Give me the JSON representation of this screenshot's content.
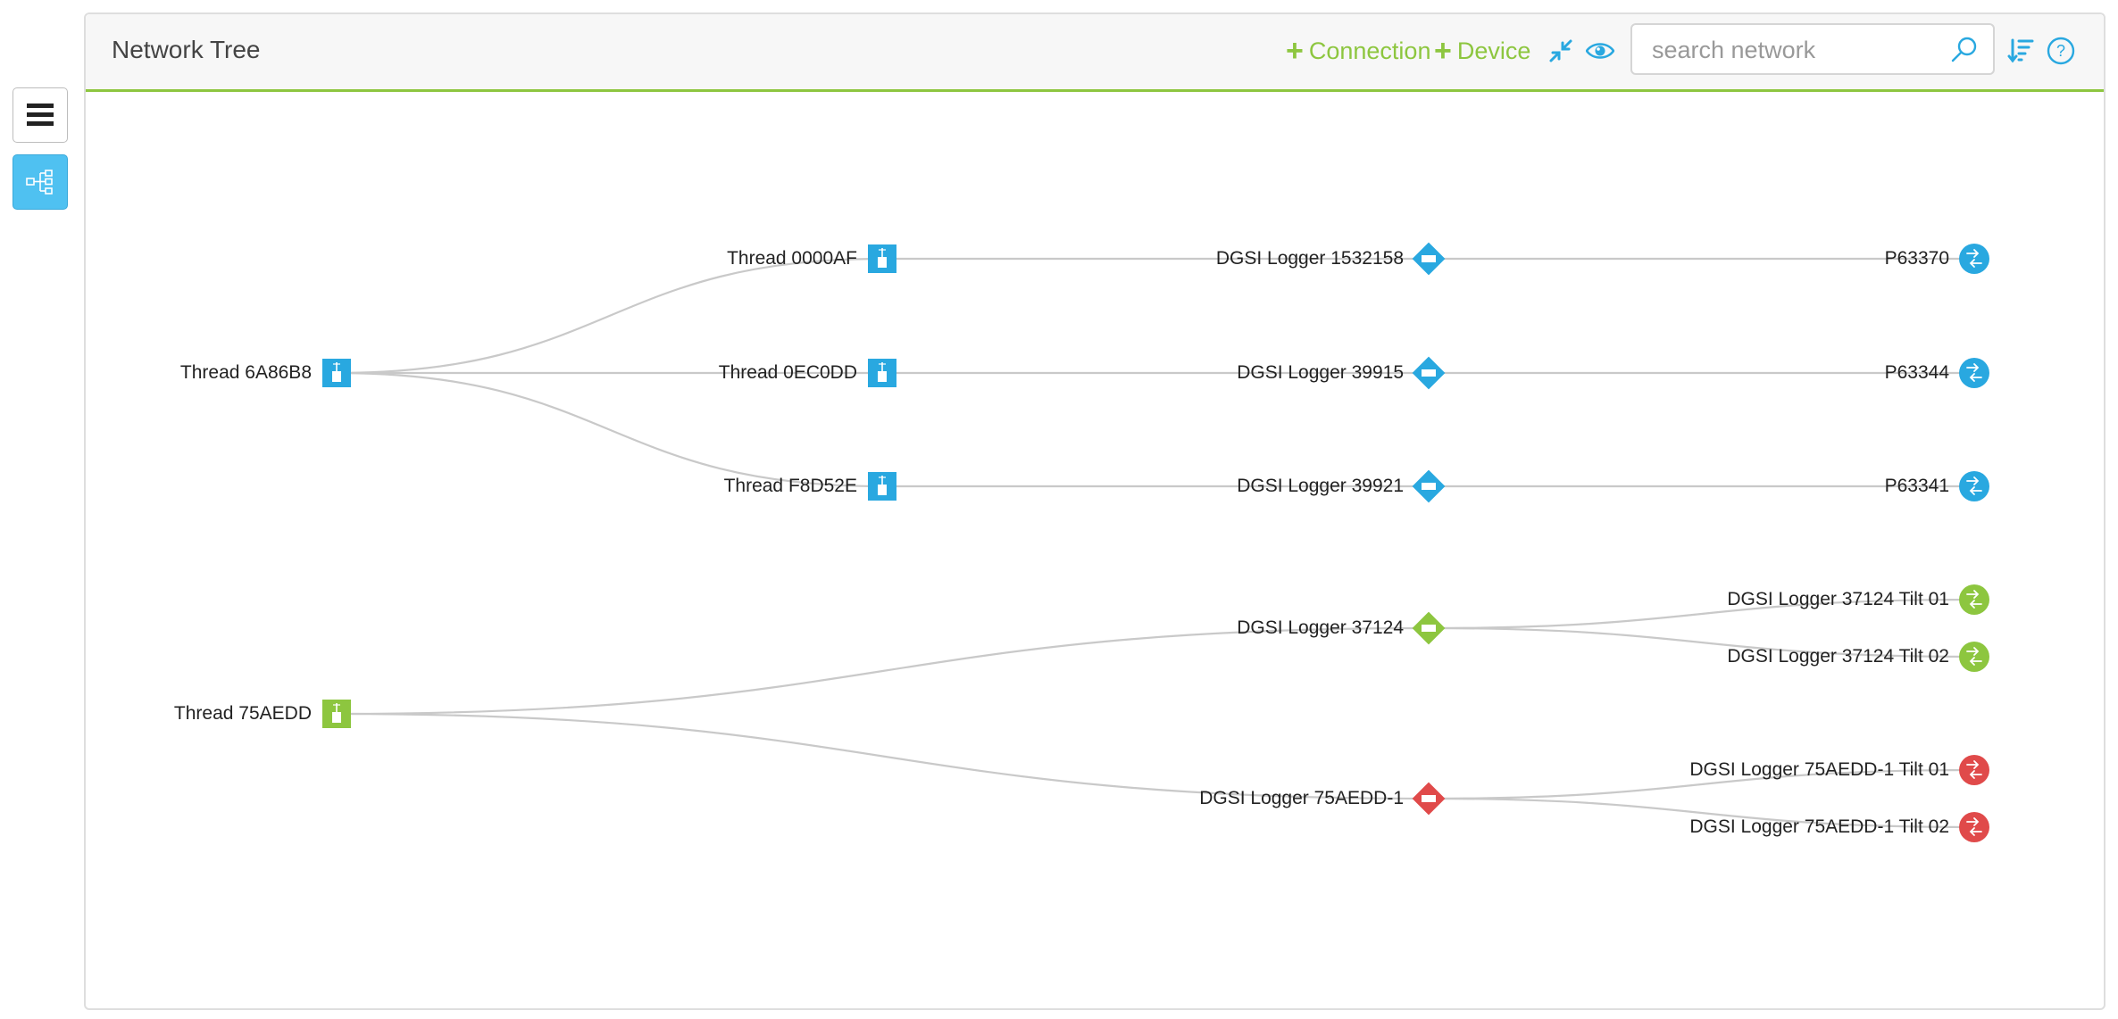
{
  "panel": {
    "title": "Network Tree"
  },
  "toolbar": {
    "connection_label": "Connection",
    "device_label": "Device",
    "search_placeholder": "search network",
    "search_value": ""
  },
  "colors": {
    "accent_green": "#8dc63f",
    "accent_blue": "#29a8e0",
    "status_red": "#e04a4a",
    "link_gray": "#c9c9c9"
  },
  "icons": {
    "sidebar_list": "list-icon",
    "sidebar_tree": "tree-icon",
    "collapse": "collapse-icon",
    "view": "eye-icon",
    "search": "search-icon",
    "sort": "sort-icon",
    "help": "help-icon"
  },
  "tree": {
    "nodes": [
      {
        "id": "t6a",
        "label": "Thread 6A86B8",
        "kind": "thread",
        "status": "blue"
      },
      {
        "id": "t00",
        "label": "Thread 0000AF",
        "kind": "thread",
        "status": "blue"
      },
      {
        "id": "t0e",
        "label": "Thread 0EC0DD",
        "kind": "thread",
        "status": "blue"
      },
      {
        "id": "tf8",
        "label": "Thread F8D52E",
        "kind": "thread",
        "status": "blue"
      },
      {
        "id": "l153",
        "label": "DGSI Logger 1532158",
        "kind": "logger",
        "status": "blue"
      },
      {
        "id": "l399",
        "label": "DGSI Logger 39915",
        "kind": "logger",
        "status": "blue"
      },
      {
        "id": "l3992",
        "label": "DGSI Logger 39921",
        "kind": "logger",
        "status": "blue"
      },
      {
        "id": "p370",
        "label": "P63370",
        "kind": "sensor",
        "status": "blue"
      },
      {
        "id": "p344",
        "label": "P63344",
        "kind": "sensor",
        "status": "blue"
      },
      {
        "id": "p341",
        "label": "P63341",
        "kind": "sensor",
        "status": "blue"
      },
      {
        "id": "t75",
        "label": "Thread 75AEDD",
        "kind": "thread",
        "status": "green"
      },
      {
        "id": "l371",
        "label": "DGSI Logger 37124",
        "kind": "logger",
        "status": "green"
      },
      {
        "id": "l75",
        "label": "DGSI Logger 75AEDD-1",
        "kind": "logger",
        "status": "red"
      },
      {
        "id": "s371a",
        "label": "DGSI Logger 37124 Tilt 01",
        "kind": "sensor",
        "status": "green"
      },
      {
        "id": "s371b",
        "label": "DGSI Logger 37124 Tilt 02",
        "kind": "sensor",
        "status": "green"
      },
      {
        "id": "s75a",
        "label": "DGSI Logger 75AEDD-1 Tilt 01",
        "kind": "sensor",
        "status": "red"
      },
      {
        "id": "s75b",
        "label": "DGSI Logger 75AEDD-1 Tilt 02",
        "kind": "sensor",
        "status": "red"
      }
    ],
    "links": [
      [
        "t6a",
        "t00"
      ],
      [
        "t6a",
        "t0e"
      ],
      [
        "t6a",
        "tf8"
      ],
      [
        "t00",
        "l153"
      ],
      [
        "t0e",
        "l399"
      ],
      [
        "tf8",
        "l3992"
      ],
      [
        "l153",
        "p370"
      ],
      [
        "l399",
        "p344"
      ],
      [
        "l3992",
        "p341"
      ],
      [
        "t75",
        "l371"
      ],
      [
        "t75",
        "l75"
      ],
      [
        "l371",
        "s371a"
      ],
      [
        "l371",
        "s371b"
      ],
      [
        "l75",
        "s75a"
      ],
      [
        "l75",
        "s75b"
      ]
    ]
  }
}
